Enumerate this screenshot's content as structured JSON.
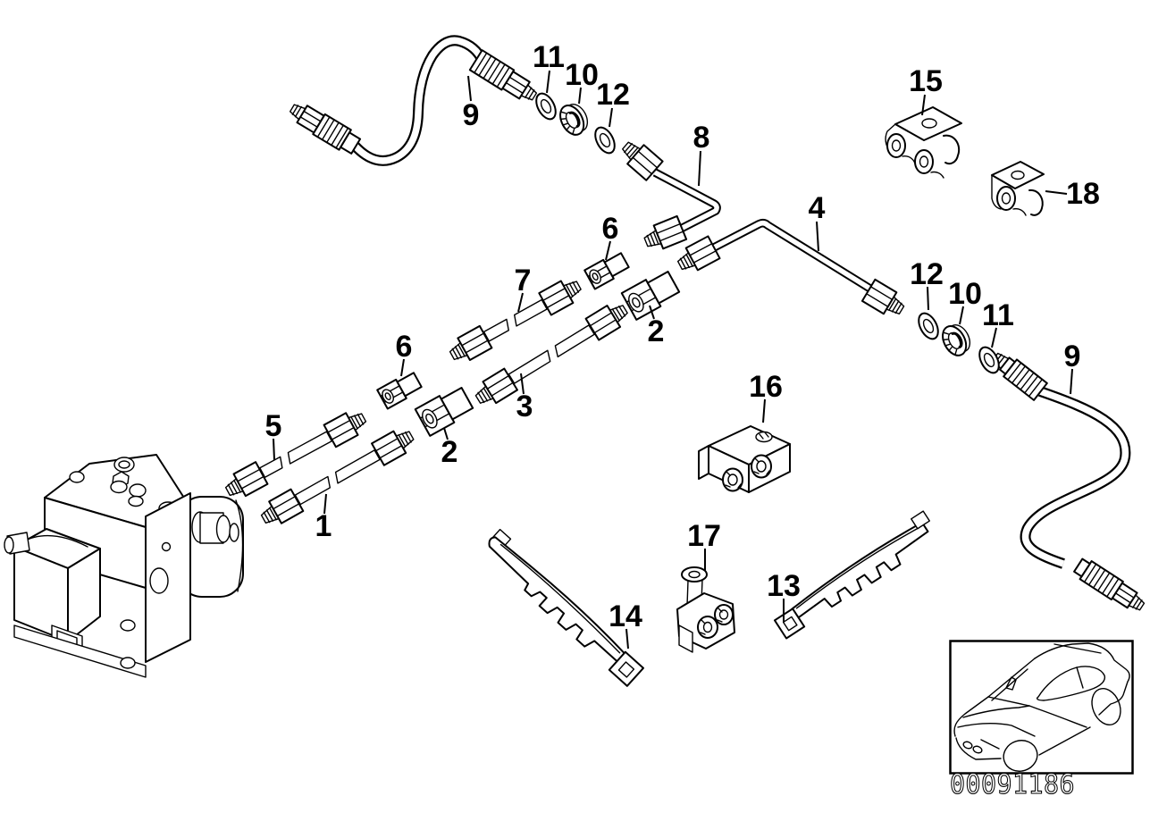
{
  "diagram": {
    "background": "#ffffff",
    "line_color": "#000000",
    "callouts": [
      {
        "text": "9"
      },
      {
        "text": "11"
      },
      {
        "text": "10"
      },
      {
        "text": "12"
      },
      {
        "text": "8"
      },
      {
        "text": "4"
      },
      {
        "text": "15"
      },
      {
        "text": "18"
      },
      {
        "text": "12"
      },
      {
        "text": "10"
      },
      {
        "text": "11"
      },
      {
        "text": "9"
      },
      {
        "text": "6"
      },
      {
        "text": "7"
      },
      {
        "text": "2"
      },
      {
        "text": "6"
      },
      {
        "text": "3"
      },
      {
        "text": "2"
      },
      {
        "text": "5"
      },
      {
        "text": "1"
      },
      {
        "text": "16"
      },
      {
        "text": "17"
      },
      {
        "text": "13"
      },
      {
        "text": "14"
      }
    ],
    "stamp": {
      "code": "00091186"
    }
  }
}
